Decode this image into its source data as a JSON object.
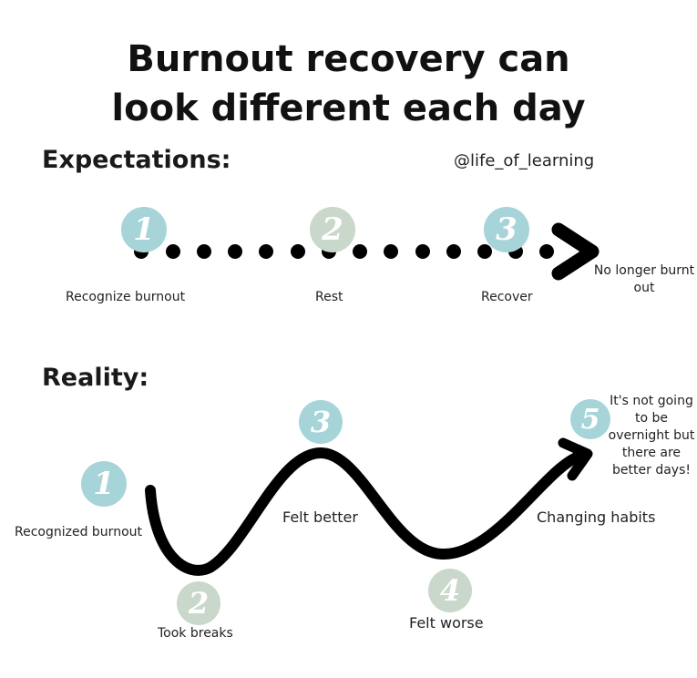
{
  "title_line1": "Burnout recovery can",
  "title_line2": "look different each day",
  "handle": "@life_of_learning",
  "colors": {
    "teal": "#a7d4d8",
    "sage": "#c9d8cb",
    "ink": "#000000"
  },
  "expectations": {
    "heading": "Expectations:",
    "steps": [
      {
        "number": "1",
        "label": "Recognize burnout",
        "color": "teal"
      },
      {
        "number": "2",
        "label": "Rest",
        "color": "sage"
      },
      {
        "number": "3",
        "label": "Recover",
        "color": "teal"
      }
    ],
    "end_label": "No longer burnt out"
  },
  "reality": {
    "heading": "Reality:",
    "steps": [
      {
        "number": "1",
        "label": "Recognized burnout",
        "color": "teal"
      },
      {
        "number": "2",
        "label": "Took breaks",
        "color": "sage"
      },
      {
        "number": "3",
        "label": "Felt better",
        "color": "teal"
      },
      {
        "number": "4",
        "label": "Felt worse",
        "color": "sage"
      },
      {
        "number": "5",
        "label": "Changing habits",
        "color": "teal"
      }
    ],
    "end_note": "It's not going to be overnight but there are better days!"
  }
}
